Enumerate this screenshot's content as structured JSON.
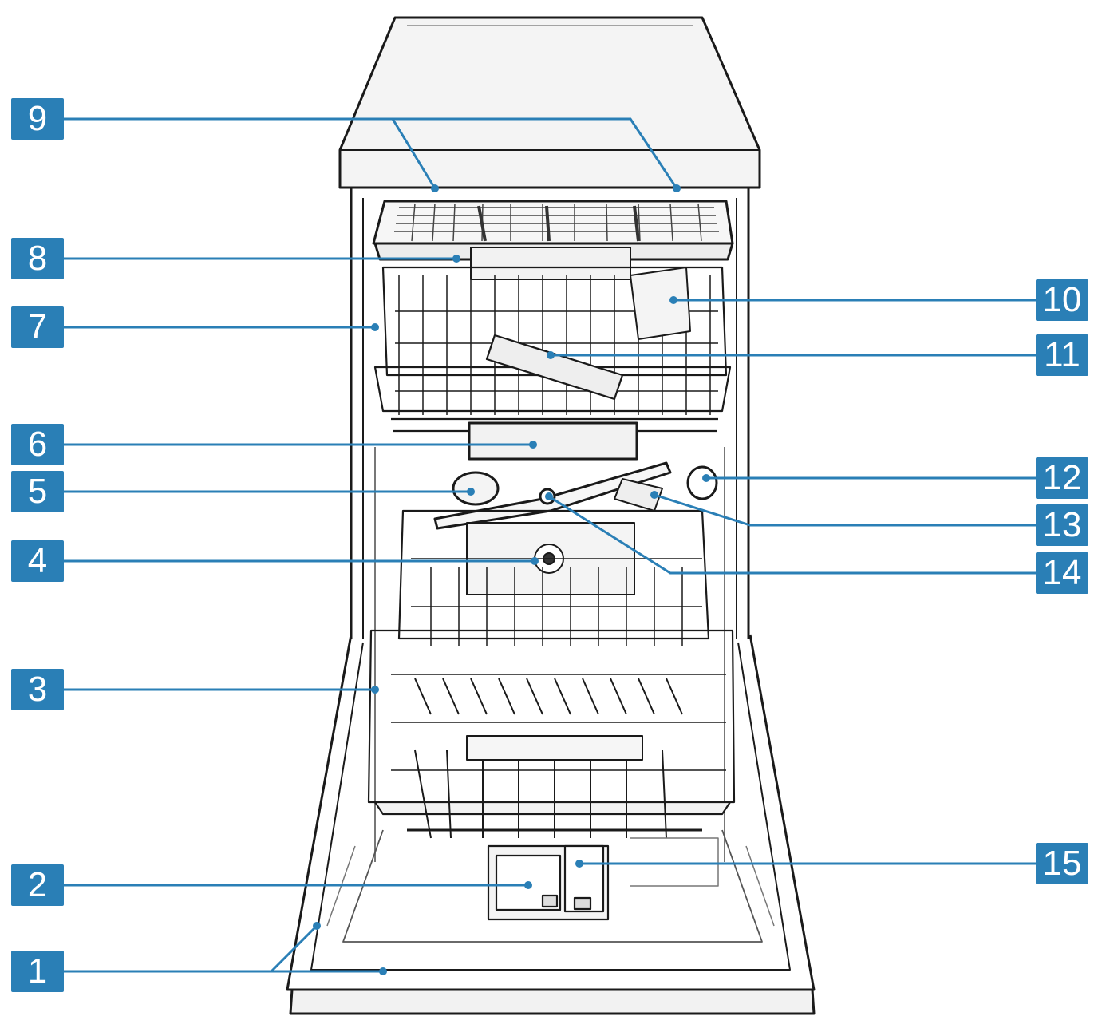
{
  "colors": {
    "callout": "#2a7fb6",
    "line": "#2a7fb6",
    "outline": "#1a1a1a",
    "fill": "#f2f2f2"
  },
  "labels": {
    "n1": "1",
    "n2": "2",
    "n3": "3",
    "n4": "4",
    "n5": "5",
    "n6": "6",
    "n7": "7",
    "n8": "8",
    "n9": "9",
    "n10": "10",
    "n11": "11",
    "n12": "12",
    "n13": "13",
    "n14": "14",
    "n15": "15"
  }
}
